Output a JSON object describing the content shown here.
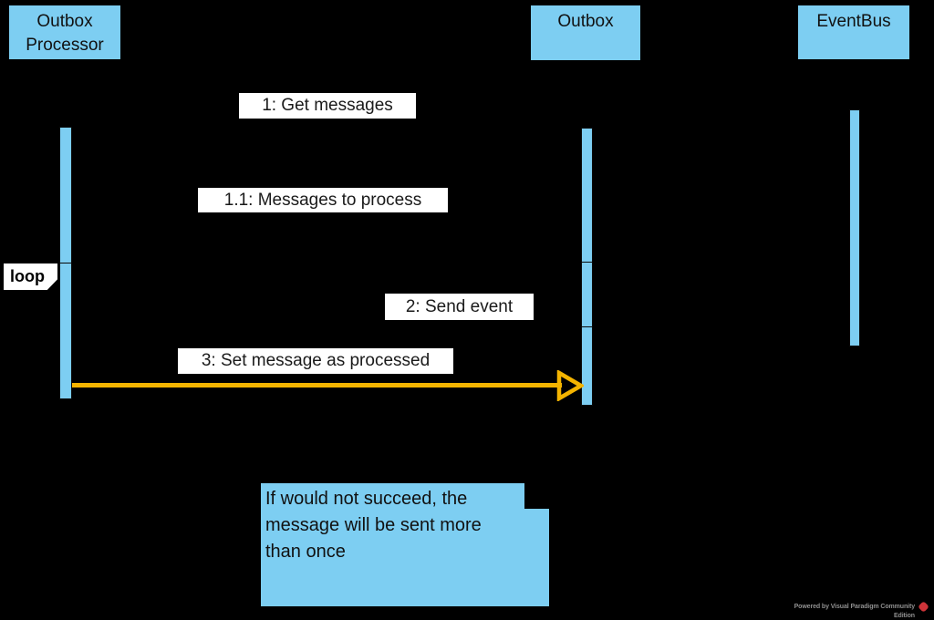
{
  "diagram": {
    "type": "uml-sequence-diagram",
    "participants": [
      {
        "name": "Outbox Processor",
        "label": "Outbox\nProcessor"
      },
      {
        "name": "Outbox",
        "label": "Outbox"
      },
      {
        "name": "EventBus",
        "label": "EventBus"
      }
    ],
    "messages": [
      {
        "label": "1: Get messages",
        "from": "Outbox Processor",
        "to": "Outbox"
      },
      {
        "label": "1.1: Messages to process",
        "from": "Outbox",
        "to": "Outbox Processor"
      },
      {
        "label": "2: Send event",
        "from": "Outbox Processor",
        "to": "EventBus"
      },
      {
        "label": "3: Set message as processed",
        "from": "Outbox Processor",
        "to": "Outbox"
      }
    ],
    "fragment": {
      "operator": "loop"
    },
    "note": {
      "text": "If would not succeed, the\nmessage will be sent more\nthan once"
    },
    "colors": {
      "background": "#000000",
      "participant_fill": "#7DCEF2",
      "label_background": "#FFFFFF",
      "highlight_arrow": "#F4B400",
      "logo_red": "#CE3439",
      "watermark_gray": "#8F8F8F"
    }
  },
  "footer": {
    "credit": "Powered by Visual Paradigm Community Edition"
  }
}
